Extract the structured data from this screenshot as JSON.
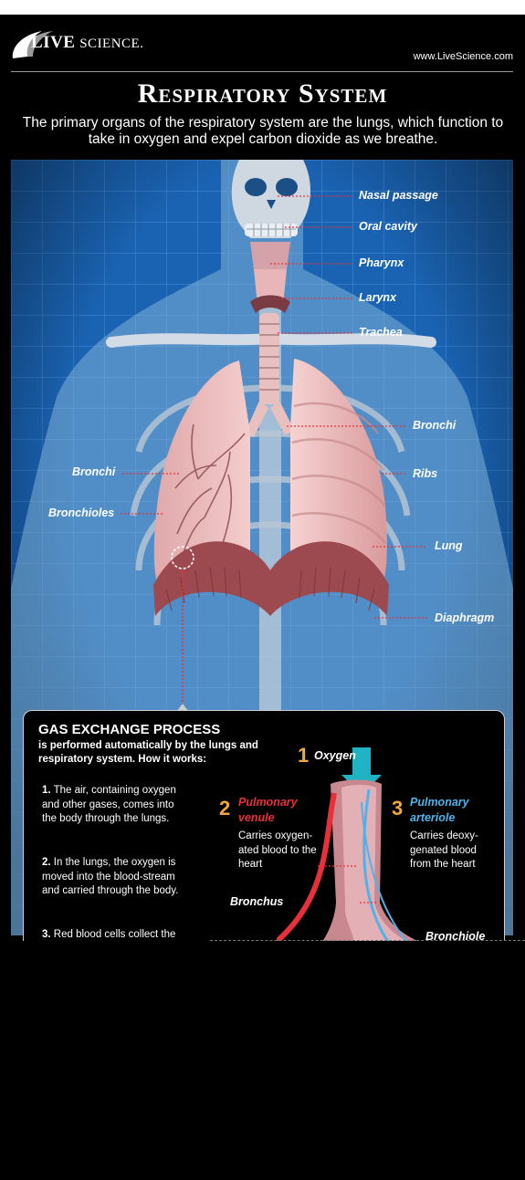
{
  "header": {
    "logo_live": "LIVE",
    "logo_science": "SCIENCE.",
    "url": "www.LiveScience.com"
  },
  "title": "Respiratory System",
  "intro": "The primary organs of the respiratory system are the lungs, which function to take in oxygen and expel carbon dioxide as we breathe.",
  "labels": {
    "nasal_passage": "Nasal passage",
    "oral_cavity": "Oral cavity",
    "pharynx": "Pharynx",
    "larynx": "Larynx",
    "trachea": "Trachea",
    "bronchi_right": "Bronchi",
    "bronchi_left": "Bronchi",
    "ribs": "Ribs",
    "bronchioles": "Bronchioles",
    "lung": "Lung",
    "diaphragm": "Diaphragm"
  },
  "gas": {
    "title": "GAS EXCHANGE PROCESS",
    "subtitle": "is performed automatically by the lungs and respiratory system. How it works:",
    "steps": [
      {
        "num": "1.",
        "text": "The air, containing oxygen and other gases, comes into the body through the lungs."
      },
      {
        "num": "2.",
        "text": "In the lungs, the oxygen is moved into the blood-stream and carried through the body."
      },
      {
        "num": "3.",
        "text": "Red blood cells collect the carbon dioxide and"
      }
    ],
    "n1": "1",
    "oxygen": "Oxygen",
    "n2": "2",
    "venule_1": "Pulmonary",
    "venule_2": "venule",
    "venule_desc": "Carries oxygen-ated blood to the heart",
    "n3": "3",
    "arteriole_1": "Pulmonary",
    "arteriole_2": "arteriole",
    "arteriole_desc": "Carries deoxy-genated blood from the heart",
    "bronchus": "Bronchus",
    "bronchiole": "Bronchiole"
  },
  "colors": {
    "grid_blue": "#1a63b3",
    "lung_pink": "#e8b8b8",
    "diaphragm": "#9c4a4f",
    "venule_red": "#e8303a",
    "arteriole_blue": "#4fb3ea",
    "number_orange": "#f1a83b",
    "arrow_teal": "#1fb3c4"
  }
}
